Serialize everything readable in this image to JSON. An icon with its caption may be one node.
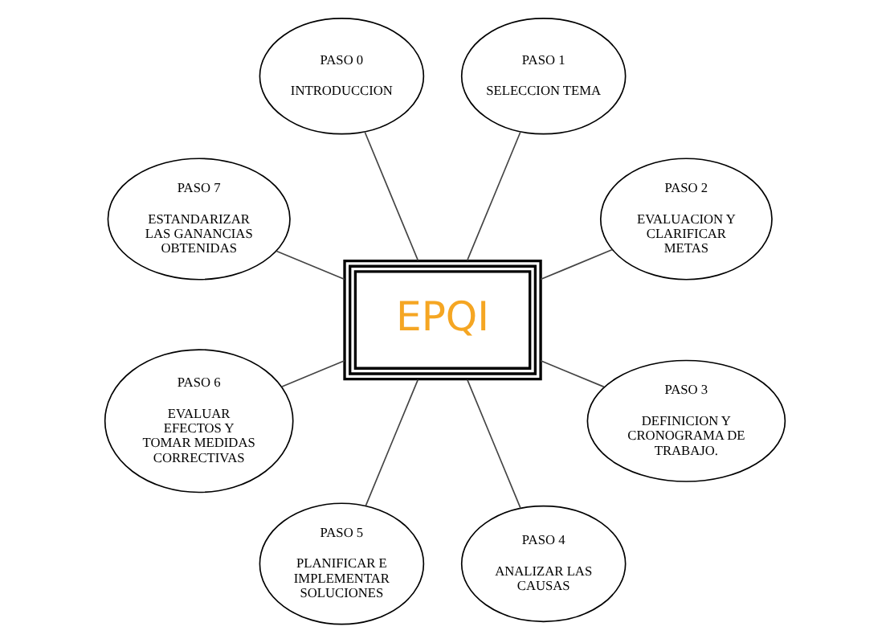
{
  "diagram": {
    "nodes": [
      {
        "text": [
          "PASO 0",
          "INTRODUCCION"
        ]
      },
      {
        "text": [
          "PASO 7",
          "ESTANDARIZAR LAS GANANCIAS OBTENIDAS"
        ]
      },
      {
        "text": [
          "PASO 1",
          "SELECCION TEMA"
        ]
      },
      {
        "text": [
          "PASO 6",
          "EVALUAR EFECTOS Y TOMAR MEDIDAS CORRECTIVAS"
        ]
      },
      {
        "text": [
          "EPQI"
        ]
      },
      {
        "text": [
          "PASO 2",
          "EVALUACION Y CLARIFICAR METAS"
        ]
      },
      {
        "text": [
          "PASO 5",
          "PLANIFICAR E IMPLEMENTAR SOLUCIONES"
        ]
      },
      {
        "text": [
          "PASO 3",
          "DEFINICION Y CRONOGRAMA DE TRABAJO."
        ]
      },
      {
        "text": [
          "PASO 4",
          "ANALIZAR LAS CAUSAS"
        ]
      }
    ],
    "edges": [
      {
        "from": 4,
        "to": 0,
        "arrow": "none"
      },
      {
        "from": 4,
        "to": 2,
        "arrow": "none"
      },
      {
        "from": 4,
        "to": 5,
        "arrow": "none"
      },
      {
        "from": 4,
        "to": 7,
        "arrow": "none"
      },
      {
        "from": 4,
        "to": 8,
        "arrow": "none"
      },
      {
        "from": 4,
        "to": 6,
        "arrow": "none"
      },
      {
        "from": 4,
        "to": 3,
        "arrow": "none"
      },
      {
        "from": 4,
        "to": 1,
        "arrow": "none"
      }
    ]
  }
}
